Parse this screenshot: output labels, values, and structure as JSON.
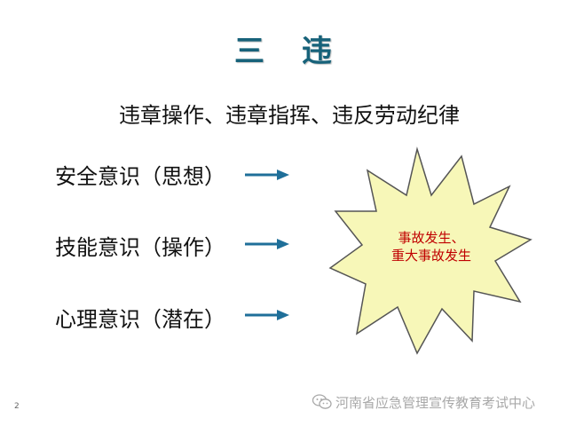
{
  "title": {
    "left": "三",
    "right": "违"
  },
  "subtitle": "违章操作、违章指挥、违反劳动纪律",
  "rows": [
    {
      "label": "安全意识（思想）"
    },
    {
      "label": "技能意识（操作）"
    },
    {
      "label": "心理意识（潜在）"
    }
  ],
  "burst": {
    "line1": "事故发生、",
    "line2": "重大事故发生",
    "fill": "#f7f7b8",
    "outline": "#555555",
    "text_color": "#c00000"
  },
  "arrow_color": "#1f6f99",
  "title_color": "#17627a",
  "page_number": "2",
  "watermark": {
    "icon": "wechat-icon",
    "text": "河南省应急管理宣传教育考试中心"
  }
}
